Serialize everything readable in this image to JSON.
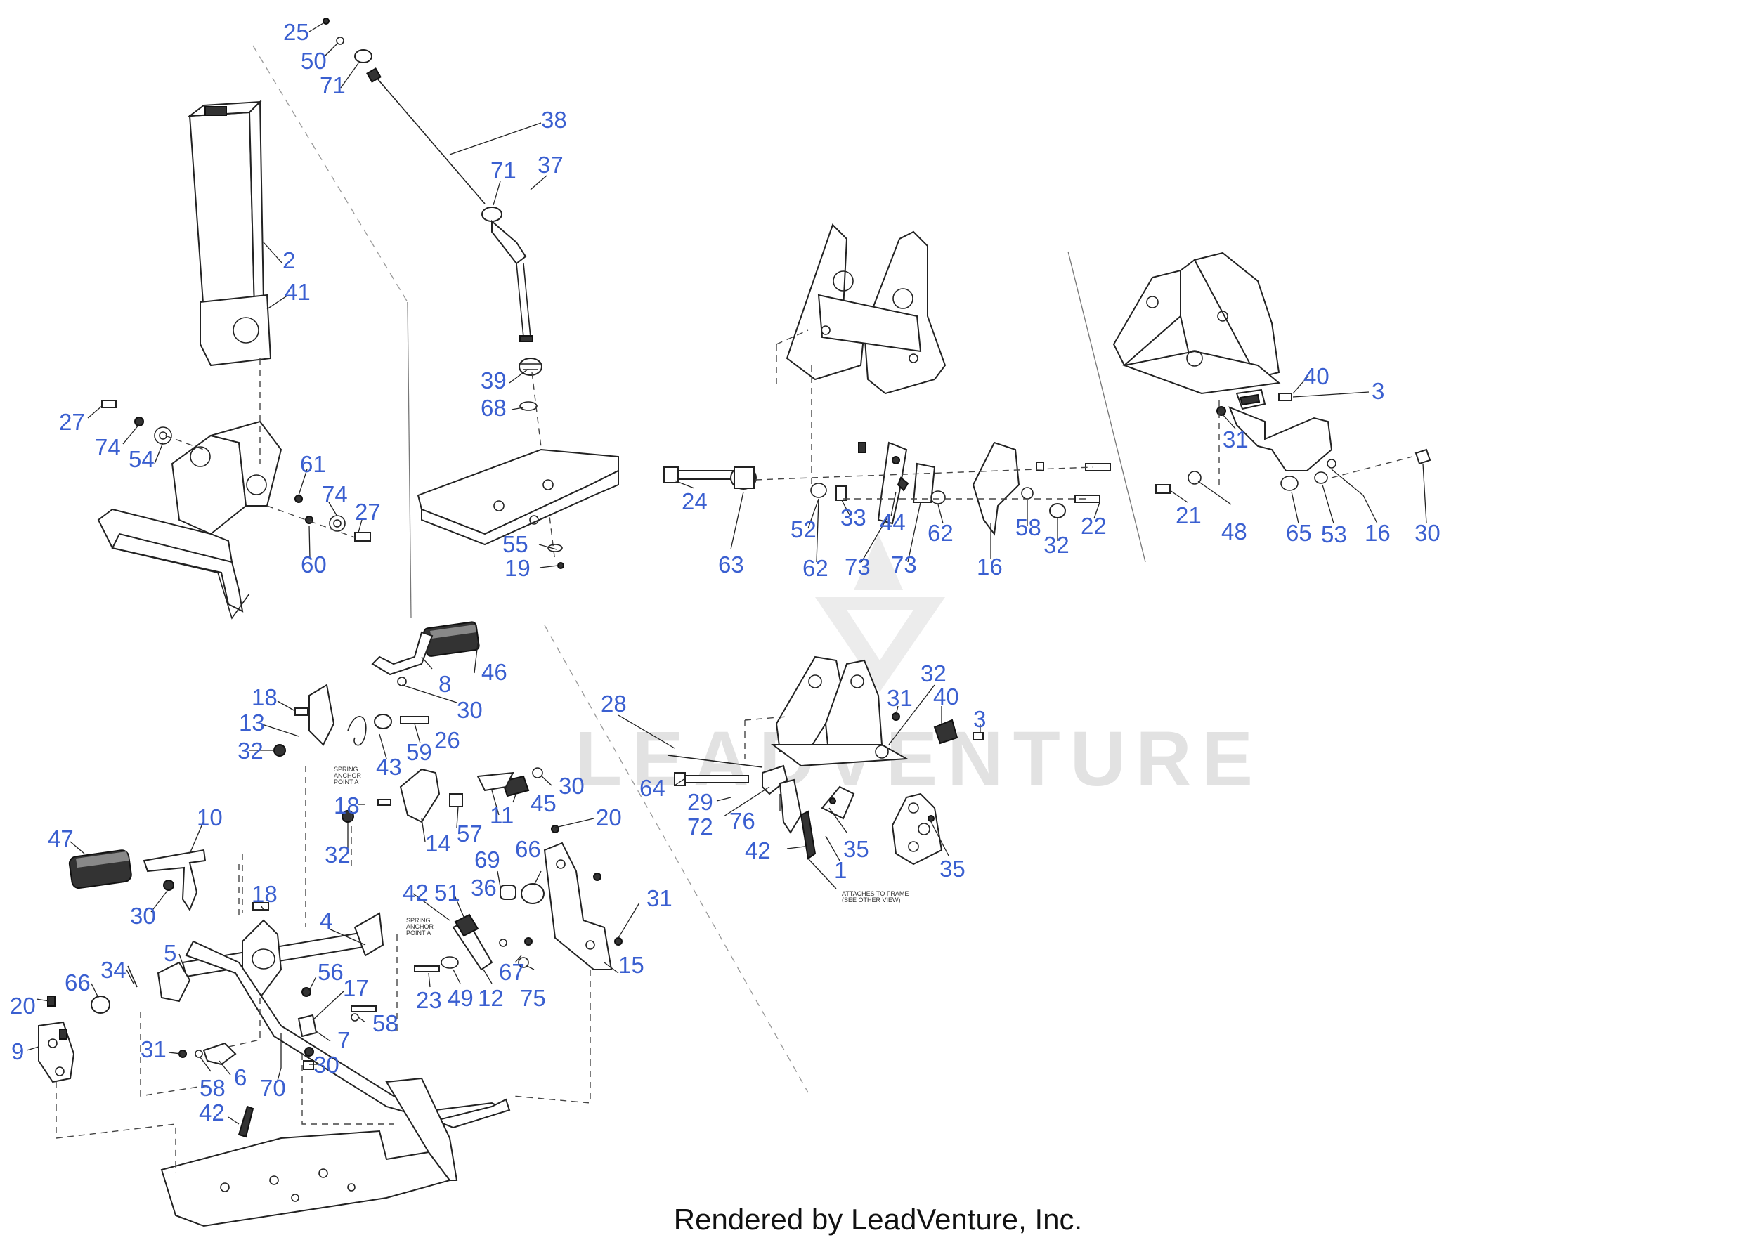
{
  "footer": {
    "credit": "Rendered by LeadVenture, Inc."
  },
  "watermark": {
    "text": "LEADVENTURE"
  },
  "notes": {
    "spring_anchor_a": "SPRING\nANCHOR\nPOINT A",
    "attaches_to_frame": "ATTACHES TO FRAME\n(SEE OTHER VIEW)"
  },
  "colors": {
    "callout": "#3a5fd0",
    "line": "#222222"
  },
  "callouts": [
    "25",
    "50",
    "71",
    "38",
    "71",
    "37",
    "2",
    "41",
    "39",
    "68",
    "27",
    "74",
    "54",
    "61",
    "74",
    "27",
    "60",
    "55",
    "19",
    "24",
    "63",
    "52",
    "62",
    "33",
    "44",
    "73",
    "73",
    "62",
    "16",
    "58",
    "32",
    "22",
    "40",
    "3",
    "31",
    "21",
    "48",
    "65",
    "53",
    "16",
    "30",
    "18",
    "13",
    "8",
    "46",
    "30",
    "43",
    "59",
    "26",
    "32",
    "18",
    "30",
    "11",
    "45",
    "14",
    "57",
    "32",
    "47",
    "10",
    "30",
    "18",
    "4",
    "42",
    "51",
    "36",
    "69",
    "66",
    "20",
    "31",
    "15",
    "5",
    "34",
    "66",
    "20",
    "9",
    "56",
    "17",
    "58",
    "7",
    "30",
    "31",
    "58",
    "6",
    "70",
    "42",
    "23",
    "49",
    "12",
    "67",
    "75",
    "28",
    "31",
    "32",
    "40",
    "3",
    "64",
    "29",
    "72",
    "76",
    "42",
    "35",
    "1",
    "35"
  ]
}
